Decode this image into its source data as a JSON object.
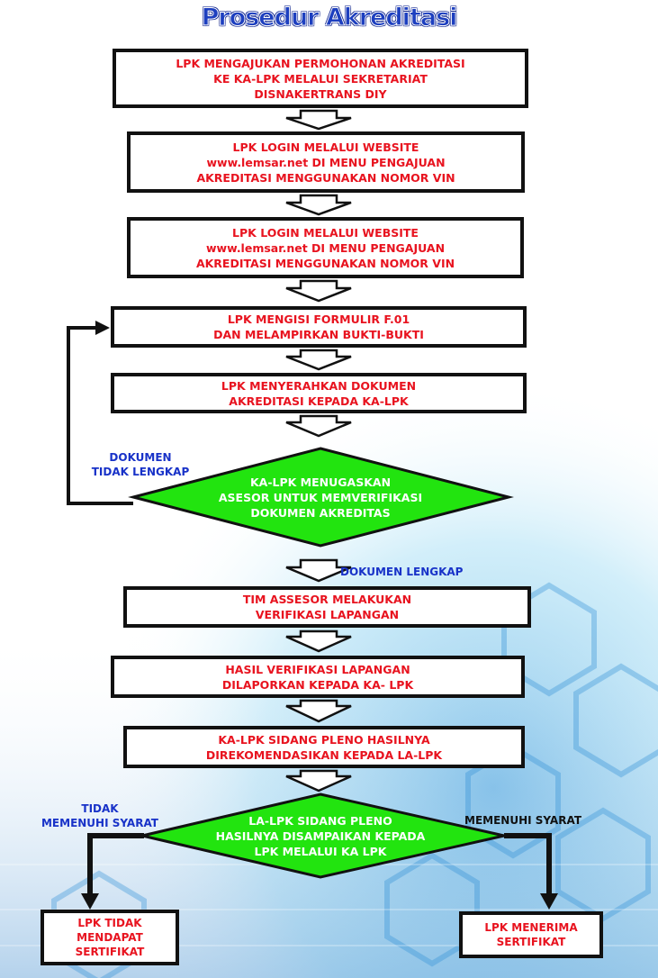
{
  "title": "Prosedur Akreditasi",
  "steps": [
    "LPK MENGAJUKAN PERMOHONAN AKREDITASI\nKE KA-LPK MELALUI SEKRETARIAT\nDISNAKERTRANS DIY",
    "LPK LOGIN MELALUI WEBSITE\nwww.lemsar.net DI MENU PENGAJUAN\nAKREDITASI MENGGUNAKAN NOMOR VIN",
    "LPK LOGIN MELALUI WEBSITE\nwww.lemsar.net DI MENU PENGAJUAN\nAKREDITASI MENGGUNAKAN NOMOR VIN",
    "LPK MENGISI FORMULIR F.01\nDAN MELAMPIRKAN BUKTI-BUKTI",
    "LPK MENYERAHKAN DOKUMEN\nAKREDITASI KEPADA KA-LPK",
    "TIM ASSESOR MELAKUKAN\nVERIFIKASI LAPANGAN",
    "HASIL VERIFIKASI LAPANGAN\nDILAPORKAN KEPADA KA- LPK",
    "KA-LPK SIDANG PLENO HASILNYA\nDIREKOMENDASIKAN KEPADA LA-LPK"
  ],
  "decision1": "KA-LPK MENUGASKAN\nASESOR UNTUK MEMVERIFIKASI\nDOKUMEN AKREDITAS",
  "decision2": "LA-LPK SIDANG PLENO\nHASILNYA DISAMPAIKAN KEPADA\nLPK MELALUI KA LPK",
  "labels": {
    "incomplete": "DOKUMEN\nTIDAK LENGKAP",
    "complete": "DOKUMEN LENGKAP",
    "not_qualified": "TIDAK\nMEMENUHI SYARAT",
    "qualified": "MEMENUHI SYARAT"
  },
  "outcomes": {
    "fail": "LPK TIDAK\nMENDAPAT\nSERTIFIKAT",
    "pass": "LPK MENERIMA\nSERTIFIKAT"
  },
  "colors": {
    "box_text": "#e8131f",
    "diamond_fill": "#22e40f",
    "label_blue": "#1832c8",
    "title_blue": "#1d3fbf"
  }
}
